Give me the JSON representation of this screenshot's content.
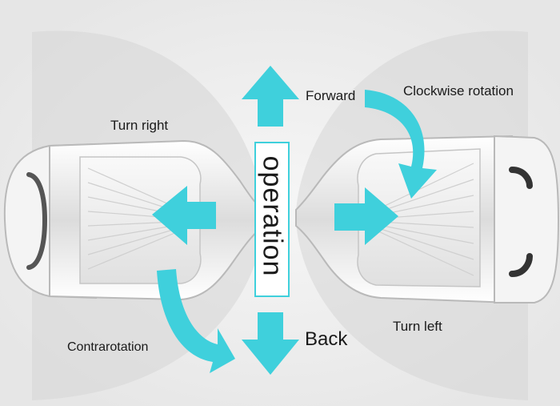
{
  "labels": {
    "operation": "operation",
    "forward": "Forward",
    "clockwise": "Clockwise rotation",
    "turn_right": "Turn right",
    "contrarotation": "Contrarotation",
    "back": "Back",
    "turn_left": "Turn left"
  },
  "colors": {
    "background": "#ececec",
    "arrow": "#3fd0dc",
    "board": "#ffffff",
    "board_outline": "#b9b9b9",
    "operation_box_border": "#3fd0dc"
  },
  "icons": {
    "forward": "arrow-up-icon",
    "back": "arrow-down-icon",
    "turn_right": "arrow-left-icon",
    "turn_left": "arrow-right-icon",
    "clockwise": "curved-arrow-icon",
    "contrarotation": "curved-arrow-icon"
  }
}
